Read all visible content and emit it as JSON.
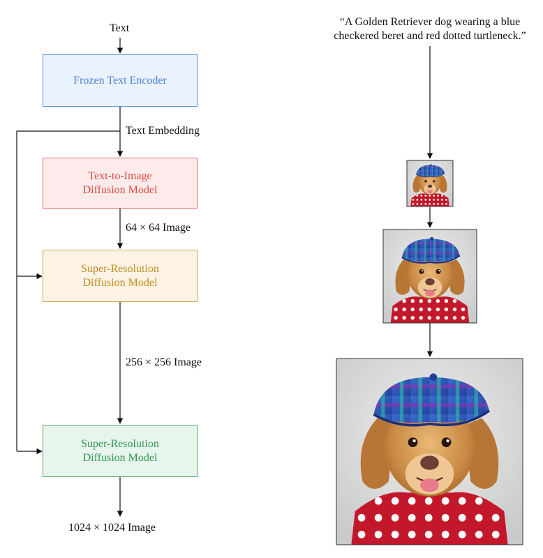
{
  "pipeline": {
    "input_label": "Text",
    "encoder_label": "Frozen Text Encoder",
    "embedding_label": "Text Embedding",
    "t2i_line1": "Text-to-Image",
    "t2i_line2": "Diffusion Model",
    "img64_label": "64 × 64 Image",
    "sr1_line1": "Super-Resolution",
    "sr1_line2": "Diffusion Model",
    "img256_label": "256 × 256 Image",
    "sr2_line1": "Super-Resolution",
    "sr2_line2": "Diffusion Model",
    "output_label": "1024 × 1024 Image"
  },
  "example": {
    "prompt_line1": "“A Golden Retriever dog wearing a blue",
    "prompt_line2": "checkered beret and red dotted turtleneck.”"
  },
  "colors": {
    "encoder": "#4a82d8",
    "t2i": "#d94b44",
    "sr1": "#c38e22",
    "sr2": "#2e9654"
  }
}
